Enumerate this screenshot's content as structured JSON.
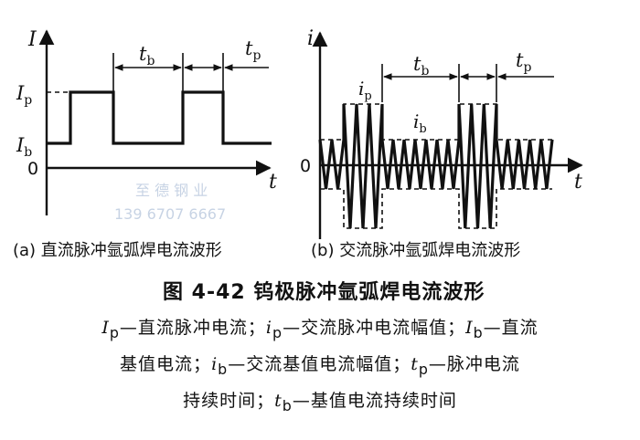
{
  "figure": {
    "title": "图 4-42   钨极脉冲氩弧焊电流波形",
    "watermark": [
      "至 德 钢 业",
      "139  6707  6667"
    ]
  },
  "panel_a": {
    "caption": "(a) 直流脉冲氩弧焊电流波形",
    "y_axis": "I",
    "x_axis": "t",
    "labels": {
      "Ip": "I",
      "Ip_sub": "p",
      "Ib": "I",
      "Ib_sub": "b",
      "zero": "0",
      "tb": "t",
      "tb_sub": "b",
      "tp": "t",
      "tp_sub": "p"
    }
  },
  "panel_b": {
    "caption": "(b) 交流脉冲氩弧焊电流波形",
    "y_axis": "i",
    "x_axis": "t",
    "labels": {
      "ip": "i",
      "ip_sub": "p",
      "ib": "i",
      "ib_sub": "b",
      "zero": "0",
      "tb": "t",
      "tb_sub": "b",
      "tp": "t",
      "tp_sub": "p"
    }
  },
  "legend": {
    "line1": [
      {
        "sym": "I",
        "sub": "p",
        "text": "—直流脉冲电流；"
      },
      {
        "sym": "i",
        "sub": "p",
        "text": "—交流脉冲电流幅值；"
      },
      {
        "sym": "I",
        "sub": "b",
        "text": "—直流"
      }
    ],
    "line2": [
      {
        "sym": "",
        "sub": "",
        "text": "基值电流；"
      },
      {
        "sym": "i",
        "sub": "b",
        "text": "—交流基值电流幅值；"
      },
      {
        "sym": "t",
        "sub": "p",
        "text": "—脉冲电流"
      }
    ],
    "line3": [
      {
        "sym": "",
        "sub": "",
        "text": "持续时间；"
      },
      {
        "sym": "t",
        "sub": "b",
        "text": "—基值电流持续时间"
      }
    ]
  }
}
